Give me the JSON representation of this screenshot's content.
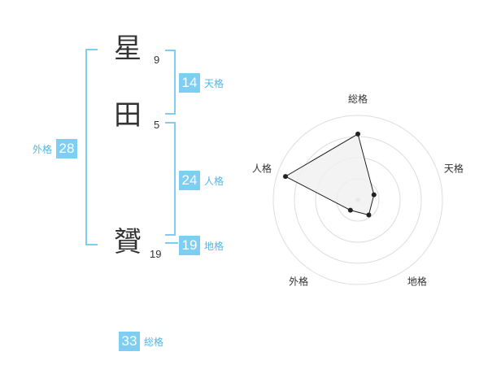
{
  "name": {
    "characters": [
      {
        "char": "星",
        "strokes": "9"
      },
      {
        "char": "田",
        "strokes": "5"
      },
      {
        "char": "贇",
        "strokes": "19"
      }
    ]
  },
  "kakusu": {
    "tenkaku": {
      "value": "14",
      "label": "天格"
    },
    "jinkaku": {
      "value": "24",
      "label": "人格"
    },
    "chikaku": {
      "value": "19",
      "label": "地格"
    },
    "gaikaku": {
      "value": "28",
      "label": "外格"
    },
    "soukaku": {
      "value": "33",
      "label": "総格"
    }
  },
  "colors": {
    "accent": "#7ecef4",
    "accent_text": "#4fb6e6",
    "text": "#333333",
    "grid": "#dddddd",
    "polygon_fill": "#f0f0f0",
    "polygon_stroke": "#222222"
  },
  "chart_data": {
    "type": "radar",
    "axes": [
      "総格",
      "天格",
      "地格",
      "外格",
      "人格"
    ],
    "values": [
      0.78,
      0.2,
      0.22,
      0.15,
      0.9
    ],
    "rings": 4
  }
}
